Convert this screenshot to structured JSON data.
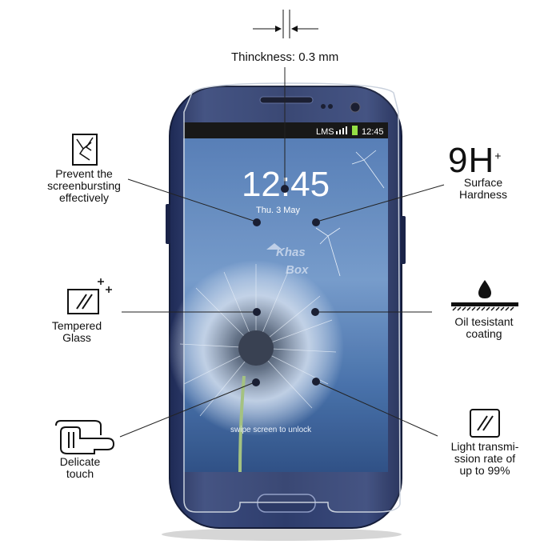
{
  "thickness_label": "Thinckness: 0.3 mm",
  "features": {
    "prevent": [
      "Prevent the",
      "screenbursting",
      "effectively"
    ],
    "tempered": [
      "Tempered",
      "Glass"
    ],
    "delicate": [
      "Delicate",
      "touch"
    ],
    "hardness_big": "9H",
    "hardness_sup": "+",
    "hardness": [
      "Surface",
      "Hardness"
    ],
    "oil": [
      "Oil tesistant",
      "coating"
    ],
    "light": [
      "Light transmi-",
      "ssion rate of",
      "up to 99%"
    ]
  },
  "phone": {
    "status_network": "LMS",
    "status_time": "12:45",
    "clock": "12:45",
    "date": "Thu. 3 May",
    "unlock_hint": "swipe screen to unlock",
    "watermark_top": "Khas",
    "watermark_bottom": "Box"
  },
  "icons": [
    "shatter-icon",
    "tempered-glass-icon",
    "touch-hand-icon",
    "oil-drop-icon",
    "transmission-icon"
  ]
}
